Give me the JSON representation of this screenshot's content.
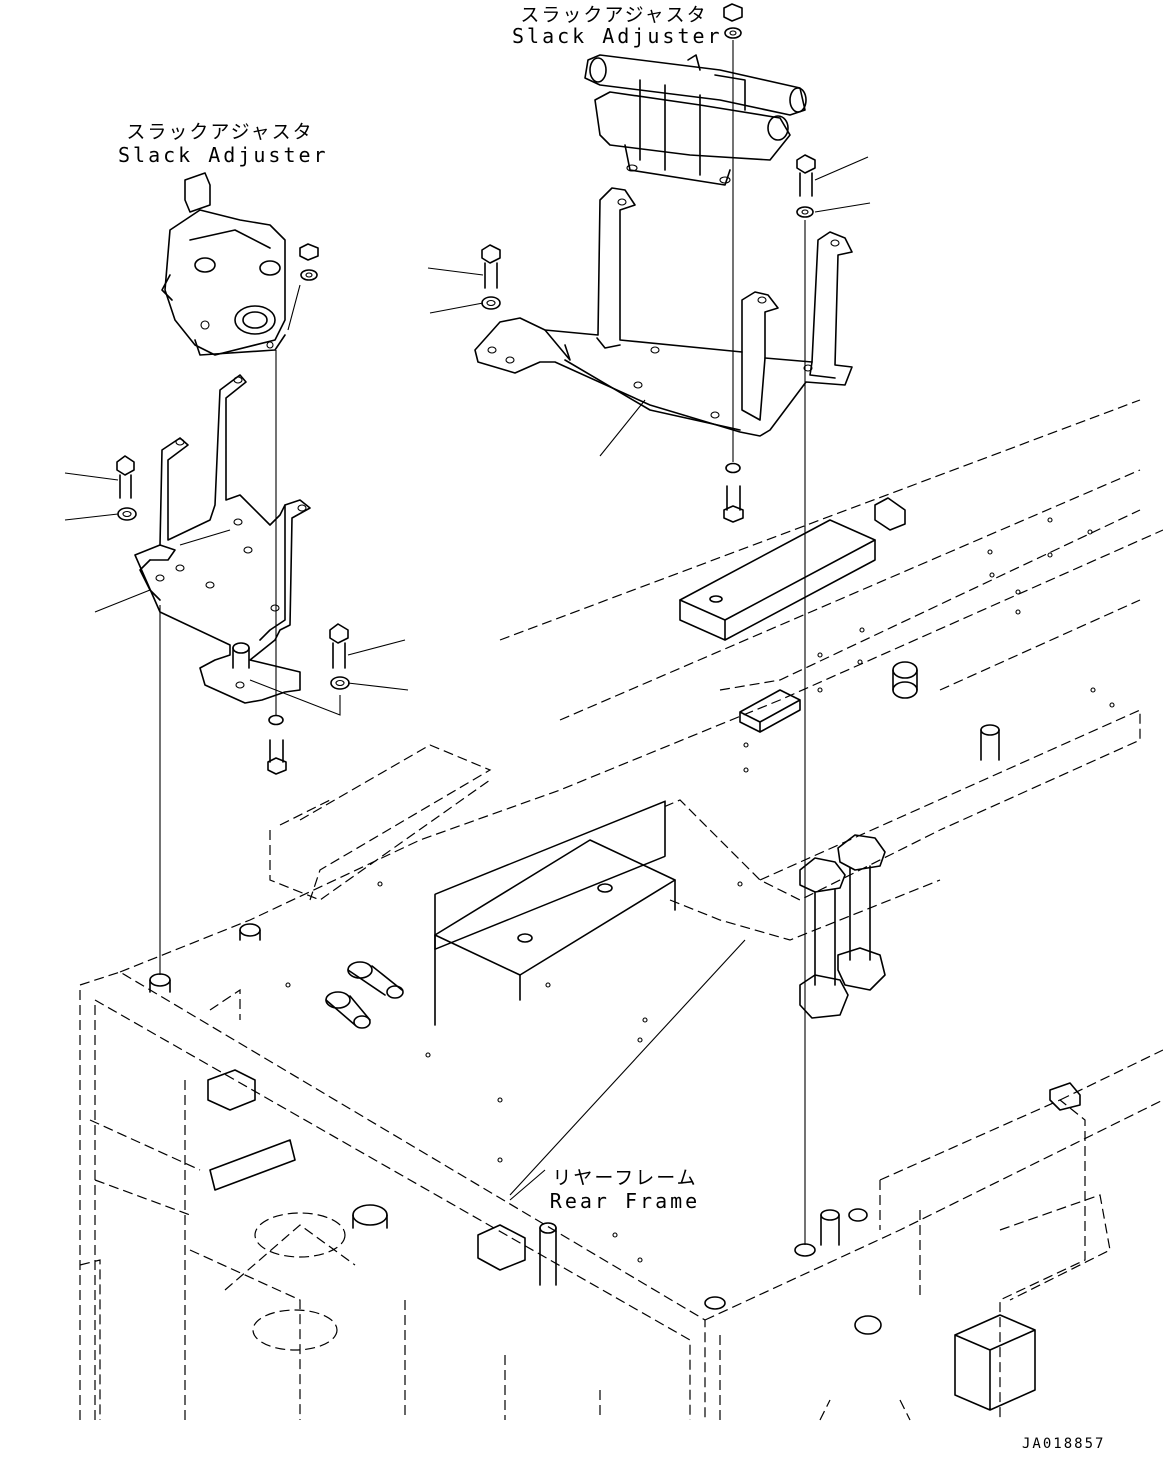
{
  "labels": {
    "slack_adjuster_left_jp": "スラックアジャスタ",
    "slack_adjuster_left_en": "Slack Adjuster",
    "slack_adjuster_top_jp": "スラックアジャスタ",
    "slack_adjuster_top_en": "Slack Adjuster",
    "rear_frame_jp": "リヤーフレーム",
    "rear_frame_en": "Rear Frame"
  },
  "drawing_code": "JA018857"
}
